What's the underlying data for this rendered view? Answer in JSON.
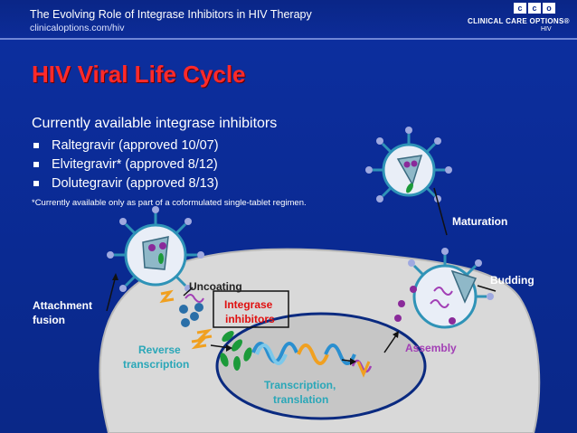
{
  "header": {
    "title": "The Evolving Role of Integrase Inhibitors in HIV Therapy",
    "url": "clinicaloptions.com/hiv",
    "logo_letters": [
      "c",
      "c",
      "o"
    ],
    "logo_text": "CLINICAL CARE OPTIONS®",
    "logo_sub": "HIV"
  },
  "slide": {
    "title": "HIV Viral Life Cycle",
    "subtitle": "Currently available integrase inhibitors",
    "bullets": [
      "Raltegravir (approved 10/07)",
      "Elvitegravir* (approved 8/12)",
      "Dolutegravir (approved 8/13)"
    ],
    "footnote": "*Currently available only as part of a coformulated single-tablet regimen."
  },
  "diagram": {
    "labels": {
      "maturation": "Maturation",
      "budding": "Budding",
      "uncoating": "Uncoating",
      "attachment_1": "Attachment",
      "attachment_2": "fusion",
      "integrase_1": "Integrase",
      "integrase_2": "inhibitors",
      "reverse_1": "Reverse",
      "reverse_2": "transcription",
      "assembly": "Assembly",
      "transcription_1": "Transcription,",
      "transcription_2": "translation"
    },
    "colors": {
      "background": "#0b2a8f",
      "cell": "#d8d8d8",
      "nucleus": "#c4c4c4",
      "title_red": "#ff2a2a",
      "label_teal": "#2aa7b8",
      "label_purple": "#a23fb5",
      "virus_fill": "#e9eef7",
      "virus_spike": "#2f93b7"
    }
  }
}
